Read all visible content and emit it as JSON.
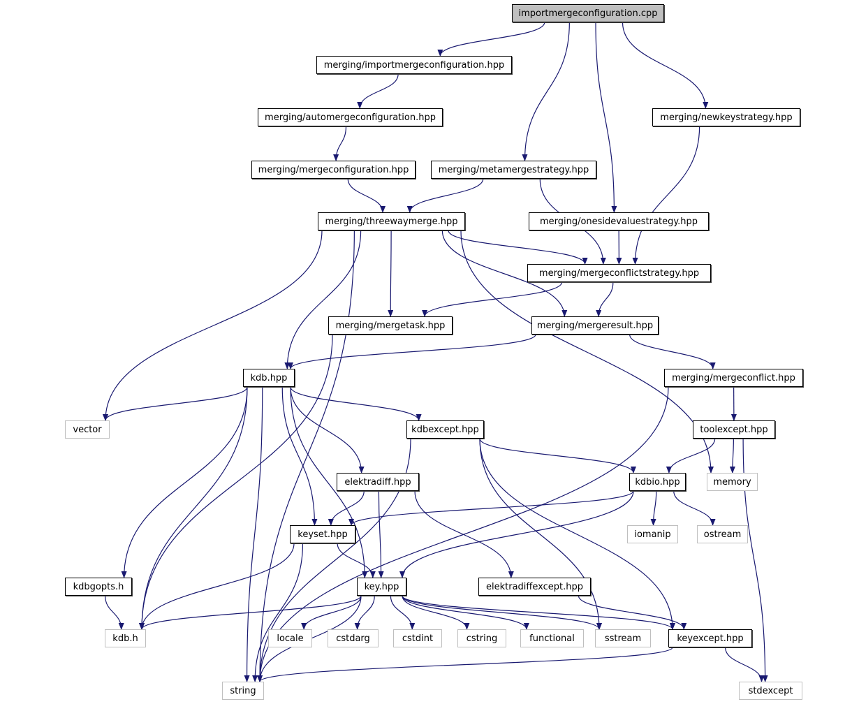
{
  "diagram": {
    "type": "include-dependency-graph",
    "edge_color": "#191970",
    "root_fill": "#bfbfbf",
    "external_border": "#bfbfbf",
    "nodes": {
      "root": {
        "label": "importmergeconfiguration.cpp",
        "kind": "root"
      },
      "imc": {
        "label": "merging/importmergeconfiguration.hpp",
        "kind": "local"
      },
      "amc": {
        "label": "merging/automergeconfiguration.hpp",
        "kind": "local"
      },
      "mc": {
        "label": "merging/mergeconfiguration.hpp",
        "kind": "local"
      },
      "mms": {
        "label": "merging/metamergestrategy.hpp",
        "kind": "local"
      },
      "nks": {
        "label": "merging/newkeystrategy.hpp",
        "kind": "local"
      },
      "twm": {
        "label": "merging/threewaymerge.hpp",
        "kind": "local"
      },
      "osv": {
        "label": "merging/onesidevaluestrategy.hpp",
        "kind": "local"
      },
      "mcs": {
        "label": "merging/mergeconflictstrategy.hpp",
        "kind": "local"
      },
      "mt": {
        "label": "merging/mergetask.hpp",
        "kind": "local"
      },
      "mr": {
        "label": "merging/mergeresult.hpp",
        "kind": "local"
      },
      "kdbhpp": {
        "label": "kdb.hpp",
        "kind": "local"
      },
      "mcf": {
        "label": "merging/mergeconflict.hpp",
        "kind": "local"
      },
      "vector": {
        "label": "vector",
        "kind": "external"
      },
      "kdbexcept": {
        "label": "kdbexcept.hpp",
        "kind": "local"
      },
      "toolexcept": {
        "label": "toolexcept.hpp",
        "kind": "local"
      },
      "elektradiff": {
        "label": "elektradiff.hpp",
        "kind": "local"
      },
      "kdbio": {
        "label": "kdbio.hpp",
        "kind": "local"
      },
      "memory": {
        "label": "memory",
        "kind": "external"
      },
      "keyset": {
        "label": "keyset.hpp",
        "kind": "local"
      },
      "iomanip": {
        "label": "iomanip",
        "kind": "external"
      },
      "ostream": {
        "label": "ostream",
        "kind": "external"
      },
      "kdbgopts": {
        "label": "kdbgopts.h",
        "kind": "local"
      },
      "key": {
        "label": "key.hpp",
        "kind": "local"
      },
      "edexcept": {
        "label": "elektradiffexcept.hpp",
        "kind": "local"
      },
      "kdbh": {
        "label": "kdb.h",
        "kind": "external"
      },
      "locale": {
        "label": "locale",
        "kind": "external"
      },
      "cstdarg": {
        "label": "cstdarg",
        "kind": "external"
      },
      "cstdint": {
        "label": "cstdint",
        "kind": "external"
      },
      "cstring": {
        "label": "cstring",
        "kind": "external"
      },
      "functional": {
        "label": "functional",
        "kind": "external"
      },
      "sstream": {
        "label": "sstream",
        "kind": "external"
      },
      "keyexcept": {
        "label": "keyexcept.hpp",
        "kind": "local"
      },
      "string": {
        "label": "string",
        "kind": "external"
      },
      "stdexcept": {
        "label": "stdexcept",
        "kind": "external"
      }
    },
    "edges": [
      [
        "root",
        "imc"
      ],
      [
        "root",
        "mms"
      ],
      [
        "root",
        "osv"
      ],
      [
        "root",
        "nks"
      ],
      [
        "imc",
        "amc"
      ],
      [
        "amc",
        "mc"
      ],
      [
        "mc",
        "twm"
      ],
      [
        "mms",
        "twm"
      ],
      [
        "mms",
        "mcs"
      ],
      [
        "osv",
        "mcs"
      ],
      [
        "nks",
        "mcs"
      ],
      [
        "twm",
        "mcs"
      ],
      [
        "twm",
        "mt"
      ],
      [
        "twm",
        "mr"
      ],
      [
        "twm",
        "kdbhpp"
      ],
      [
        "twm",
        "vector"
      ],
      [
        "twm",
        "memory"
      ],
      [
        "twm",
        "string"
      ],
      [
        "mcs",
        "mt"
      ],
      [
        "mcs",
        "mr"
      ],
      [
        "mt",
        "kdbh"
      ],
      [
        "mr",
        "kdbhpp"
      ],
      [
        "mr",
        "mcf"
      ],
      [
        "mcf",
        "toolexcept"
      ],
      [
        "mcf",
        "string"
      ],
      [
        "toolexcept",
        "kdbio"
      ],
      [
        "toolexcept",
        "memory"
      ],
      [
        "toolexcept",
        "stdexcept"
      ],
      [
        "kdbhpp",
        "vector"
      ],
      [
        "kdbhpp",
        "kdbexcept"
      ],
      [
        "kdbhpp",
        "elektradiff"
      ],
      [
        "kdbhpp",
        "keyset"
      ],
      [
        "kdbhpp",
        "key"
      ],
      [
        "kdbhpp",
        "kdbgopts"
      ],
      [
        "kdbhpp",
        "kdbh"
      ],
      [
        "kdbhpp",
        "string"
      ],
      [
        "kdbexcept",
        "kdbio"
      ],
      [
        "kdbexcept",
        "keyexcept"
      ],
      [
        "kdbexcept",
        "sstream"
      ],
      [
        "kdbexcept",
        "string"
      ],
      [
        "kdbio",
        "keyset"
      ],
      [
        "kdbio",
        "iomanip"
      ],
      [
        "kdbio",
        "ostream"
      ],
      [
        "kdbio",
        "key"
      ],
      [
        "elektradiff",
        "keyset"
      ],
      [
        "elektradiff",
        "key"
      ],
      [
        "elektradiff",
        "edexcept"
      ],
      [
        "keyset",
        "key"
      ],
      [
        "keyset",
        "kdbh"
      ],
      [
        "keyset",
        "string"
      ],
      [
        "kdbgopts",
        "kdbh"
      ],
      [
        "edexcept",
        "keyexcept"
      ],
      [
        "key",
        "kdbh"
      ],
      [
        "key",
        "string"
      ],
      [
        "key",
        "locale"
      ],
      [
        "key",
        "cstdarg"
      ],
      [
        "key",
        "cstdint"
      ],
      [
        "key",
        "cstring"
      ],
      [
        "key",
        "functional"
      ],
      [
        "key",
        "sstream"
      ],
      [
        "key",
        "keyexcept"
      ],
      [
        "keyexcept",
        "string"
      ],
      [
        "keyexcept",
        "stdexcept"
      ]
    ]
  }
}
